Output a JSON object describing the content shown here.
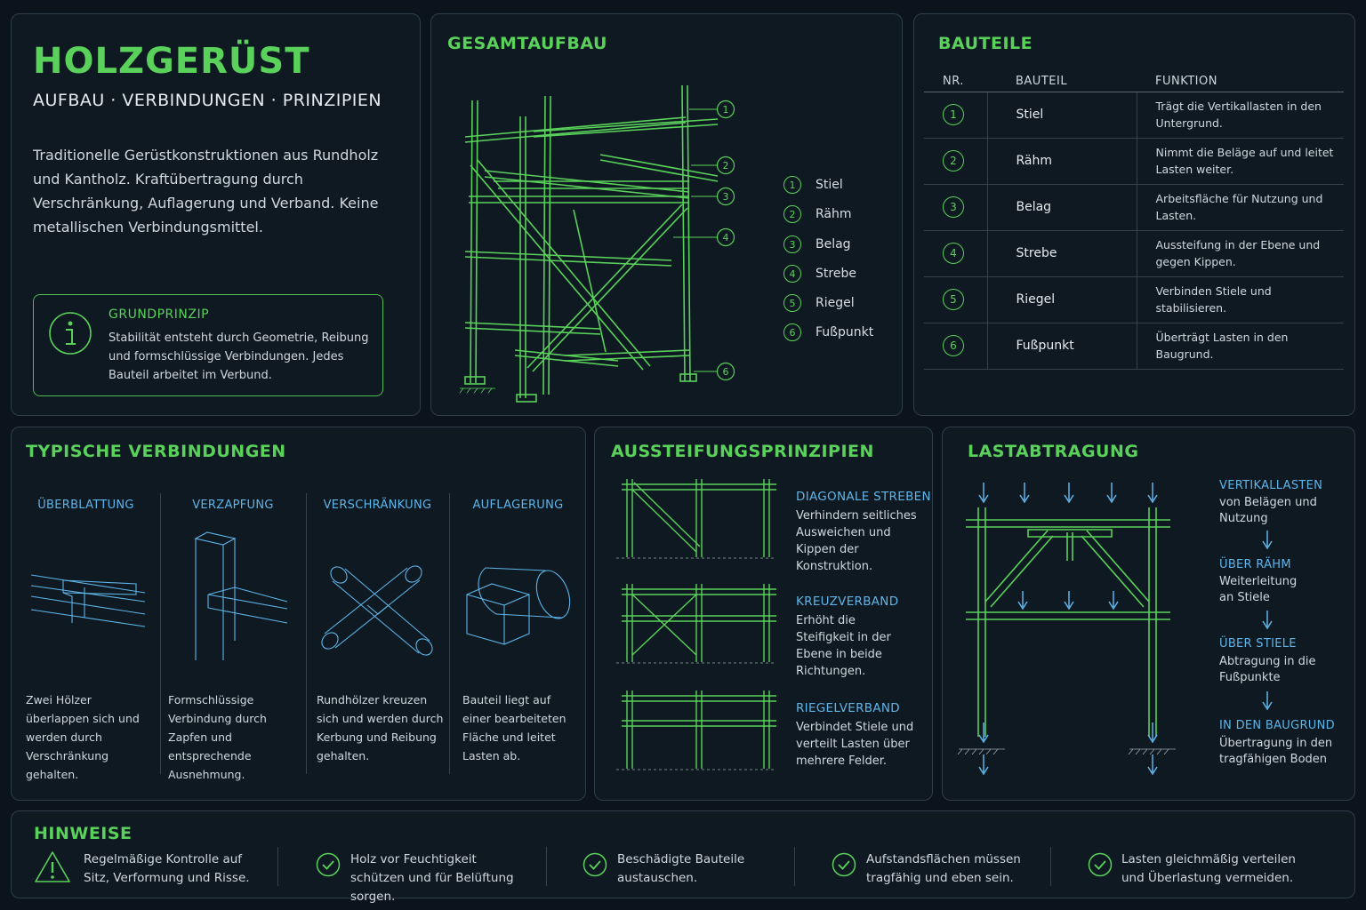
{
  "header": {
    "title": "HOLZGERÜST",
    "subtitle": "AUFBAU · VERBINDUNGEN · PRINZIPIEN",
    "intro": "Traditionelle Gerüstkonstruktionen aus Rundholz und Kantholz. Kraftübertragung durch Verschränkung, Auflagerung und Verband. Keine metallischen Verbindungsmittel.",
    "info_title": "GRUNDPRINZIP",
    "info_text": "Stabilität entsteht durch Geometrie, Reibung und formschlüssige Verbindungen. Jedes Bauteil arbeitet im Verbund.",
    "info_icon": "info-icon"
  },
  "overview": {
    "title": "GESAMTAUFBAU",
    "callouts": [
      "1",
      "2",
      "3",
      "4",
      "6"
    ],
    "legend": [
      {
        "num": "1",
        "label": "Stiel"
      },
      {
        "num": "2",
        "label": "Rähm"
      },
      {
        "num": "3",
        "label": "Belag"
      },
      {
        "num": "4",
        "label": "Strebe"
      },
      {
        "num": "5",
        "label": "Riegel"
      },
      {
        "num": "6",
        "label": "Fußpunkt"
      }
    ]
  },
  "parts": {
    "title": "BAUTEILE",
    "headers": {
      "nr": "NR.",
      "part": "BAUTEIL",
      "function": "FUNKTION"
    },
    "rows": [
      {
        "nr": "1",
        "part": "Stiel",
        "function": "Trägt die Vertikallasten in den Untergrund."
      },
      {
        "nr": "2",
        "part": "Rähm",
        "function": "Nimmt die Beläge auf und leitet Lasten weiter."
      },
      {
        "nr": "3",
        "part": "Belag",
        "function": "Arbeitsfläche für Nutzung und Lasten."
      },
      {
        "nr": "4",
        "part": "Strebe",
        "function": "Aussteifung in der Ebene und gegen Kippen."
      },
      {
        "nr": "5",
        "part": "Riegel",
        "function": "Verbinden Stiele und stabilisieren."
      },
      {
        "nr": "6",
        "part": "Fußpunkt",
        "function": "Überträgt Lasten in den Baugrund."
      }
    ]
  },
  "joints": {
    "title": "TYPISCHE VERBINDUNGEN",
    "items": [
      {
        "title": "ÜBERBLATTUNG",
        "text": "Zwei Hölzer überlappen sich und werden durch Verschränkung gehalten."
      },
      {
        "title": "VERZAPFUNG",
        "text": "Formschlüssige Verbindung durch Zapfen und entsprechende Ausnehmung."
      },
      {
        "title": "VERSCHRÄNKUNG",
        "text": "Rundhölzer kreuzen sich und werden durch Kerbung und Reibung gehalten."
      },
      {
        "title": "AUFLAGERUNG",
        "text": "Bauteil liegt auf einer bearbeiteten Fläche und leitet Lasten ab."
      }
    ]
  },
  "bracing": {
    "title": "AUSSTEIFUNGSPRINZIPIEN",
    "items": [
      {
        "title": "DIAGONALE STREBEN",
        "text": "Verhindern seitliches Ausweichen und Kippen der Konstruktion."
      },
      {
        "title": "KREUZVERBAND",
        "text": "Erhöht die Steifigkeit in der Ebene in beide Richtungen."
      },
      {
        "title": "RIEGELVERBAND",
        "text": "Verbindet Stiele und verteilt Lasten über mehrere Felder."
      }
    ]
  },
  "loads": {
    "title": "LASTABTRAGUNG",
    "steps": [
      {
        "title": "VERTIKALLASTEN",
        "text": "von Belägen und Nutzung"
      },
      {
        "title": "ÜBER RÄHM",
        "text": "Weiterleitung an Stiele"
      },
      {
        "title": "ÜBER STIELE",
        "text": "Abtragung in die Fußpunkte"
      },
      {
        "title": "IN DEN BAUGRUND",
        "text": "Übertragung in den tragfähigen Boden"
      }
    ]
  },
  "notes": {
    "title": "HINWEISE",
    "items": [
      {
        "icon": "warning-icon",
        "text": "Regelmäßige Kontrolle auf Sitz, Verformung und Risse."
      },
      {
        "icon": "check-icon",
        "text": "Holz vor Feuchtigkeit schützen und für Belüftung sorgen."
      },
      {
        "icon": "check-icon",
        "text": "Beschädigte Bauteile austauschen."
      },
      {
        "icon": "check-icon",
        "text": "Aufstandsflächen müssen tragfähig und eben sein."
      },
      {
        "icon": "check-icon",
        "text": "Lasten gleichmäßig verteilen und Überlastung vermeiden."
      }
    ]
  },
  "colors": {
    "accent": "#5ad15a",
    "secondary": "#5fb4e8",
    "background": "#0b141c",
    "panel_border": "#2f3e4a"
  }
}
